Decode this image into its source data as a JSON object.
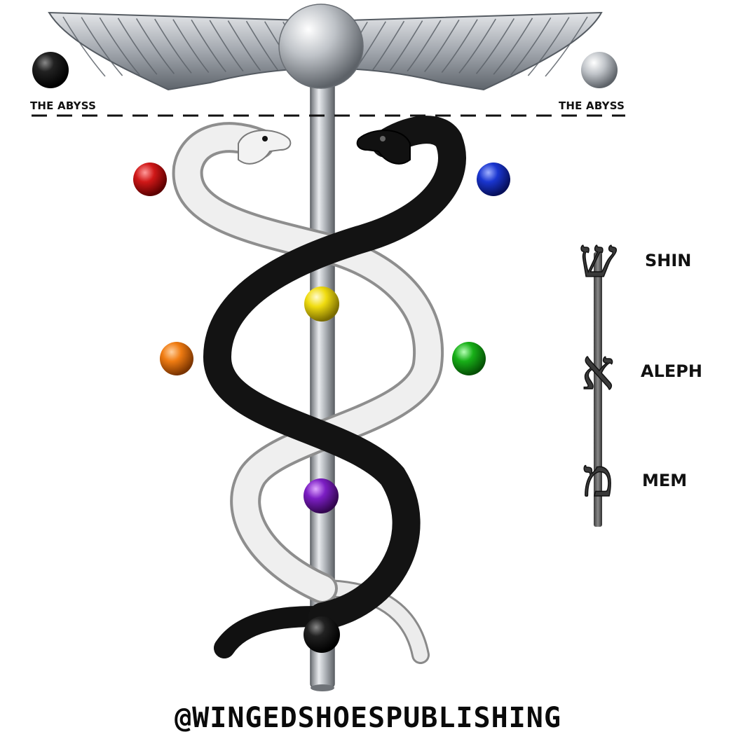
{
  "abyss": {
    "left_label": "THE ABYSS",
    "right_label": "THE ABYSS"
  },
  "letters": [
    {
      "name": "SHIN",
      "glyph": "ש"
    },
    {
      "name": "ALEPH",
      "glyph": "א"
    },
    {
      "name": "MEM",
      "glyph": "מ"
    }
  ],
  "credit": "@WINGEDSHOESPUBLISHING",
  "spheres": {
    "top_left": "#111111",
    "top_right": "#c9ccd0",
    "crown": "#c0c3c7",
    "red": "#c81414",
    "blue": "#1530c8",
    "yellow": "#ecd80a",
    "orange": "#ee7a12",
    "green": "#18a818",
    "purple": "#7a1cc0",
    "root": "#111111"
  },
  "colors": {
    "white_serpent": "#ececec",
    "black_serpent": "#141414",
    "staff": "#a9adb2",
    "wings": "#9aa0a7"
  }
}
